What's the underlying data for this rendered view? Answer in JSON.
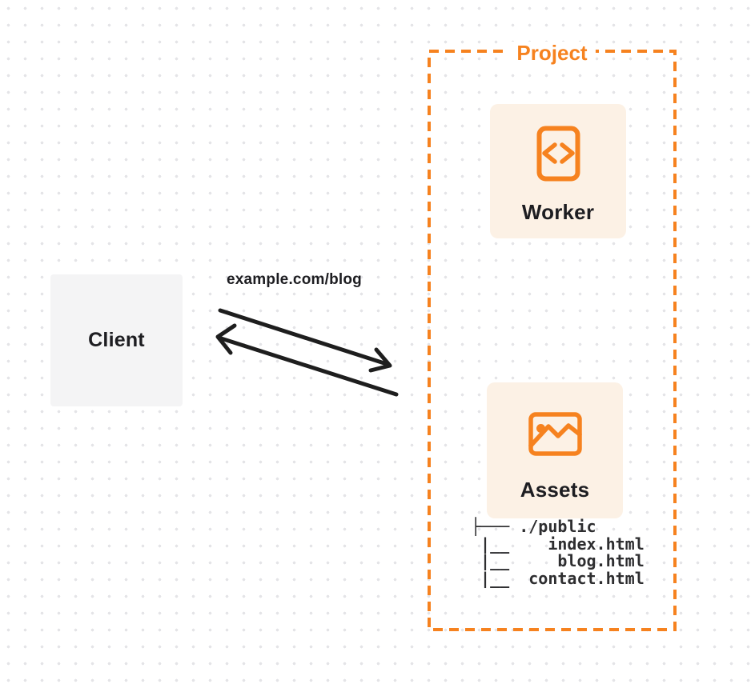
{
  "colors": {
    "accent_orange": "#F6821F",
    "card_background": "#FCF1E5",
    "client_background": "#F4F4F5",
    "text_dark": "#1D1D21",
    "arrow_black": "#1E1E1E",
    "dot_grid": "#E4E4E7"
  },
  "client": {
    "label": "Client"
  },
  "request": {
    "url_label": "example.com/blog"
  },
  "project": {
    "label": "Project",
    "worker": {
      "label": "Worker",
      "icon": "code-icon"
    },
    "assets": {
      "label": "Assets",
      "icon": "image-icon",
      "file_tree": "├─── ./public\n |__    index.html\n |__     blog.html\n |__  contact.html"
    }
  }
}
